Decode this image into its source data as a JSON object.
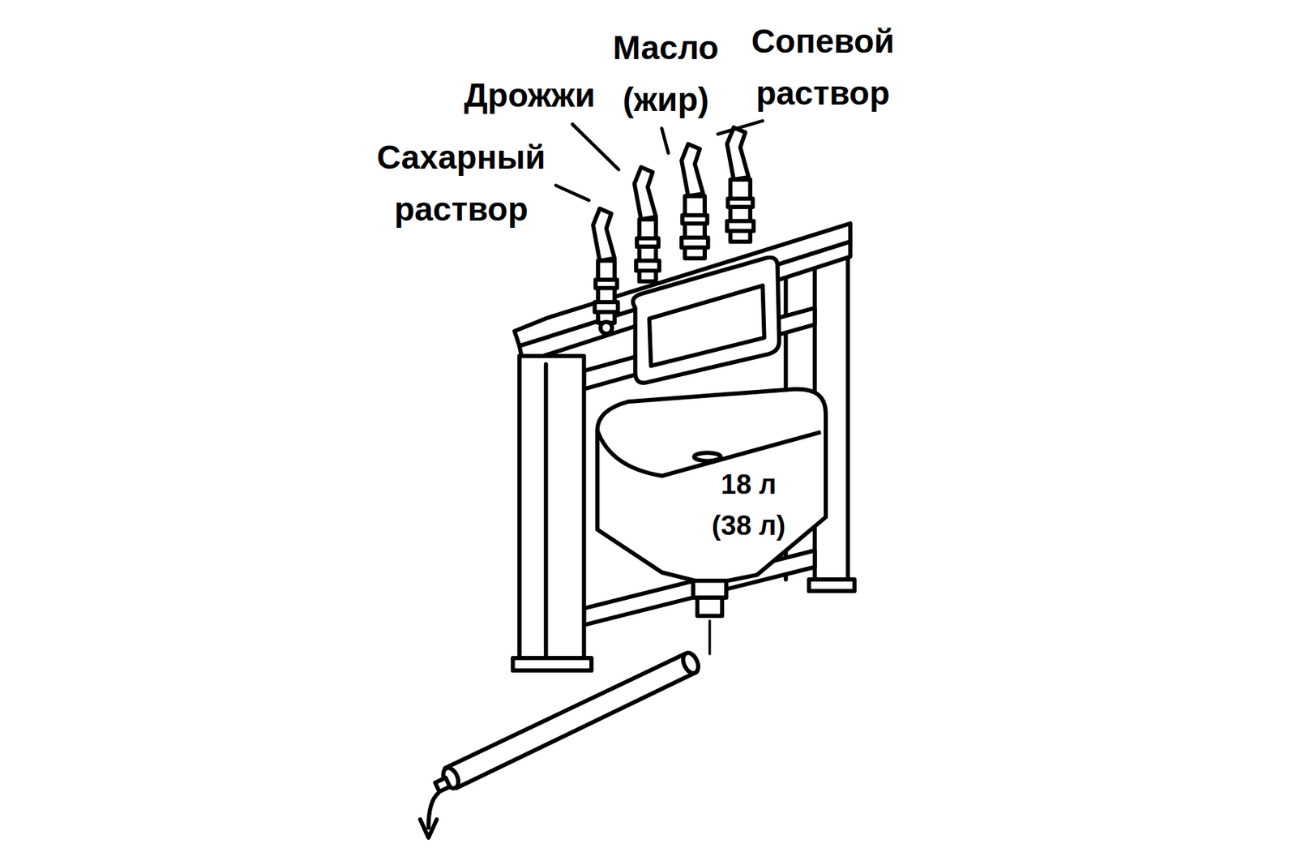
{
  "diagram": {
    "nodes": [
      {
        "text": [
          "18 л",
          "(38 л)"
        ]
      }
    ],
    "labels": [
      "Масло (жир)",
      "Сопевой раствор",
      "Дрожжи",
      "Сахарный раствор"
    ]
  }
}
